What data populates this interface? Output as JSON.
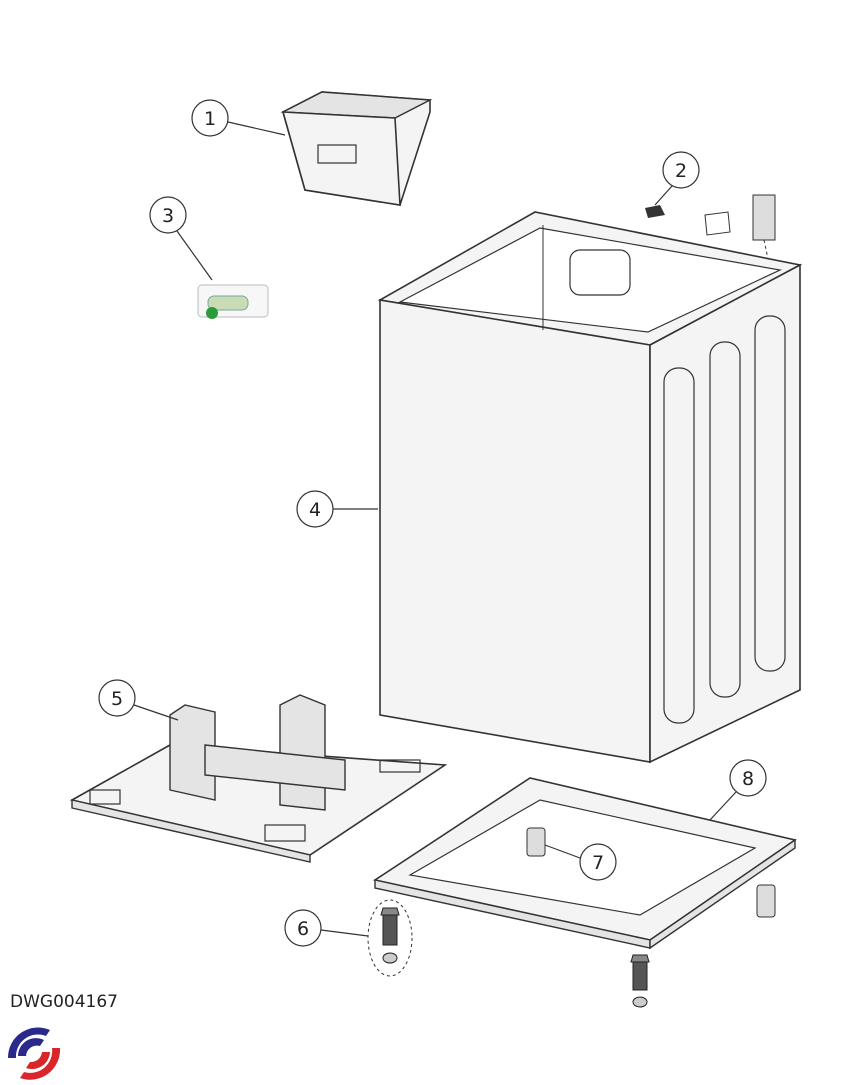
{
  "drawing_id": "DWG004167",
  "callouts": [
    {
      "label": "1",
      "part": "detergent-dispenser"
    },
    {
      "label": "2",
      "part": "clip"
    },
    {
      "label": "3",
      "part": "parts-bag"
    },
    {
      "label": "4",
      "part": "cabinet"
    },
    {
      "label": "5",
      "part": "shipping-base"
    },
    {
      "label": "6",
      "part": "leveling-leg"
    },
    {
      "label": "7",
      "part": "foot-pad"
    },
    {
      "label": "8",
      "part": "base-frame"
    }
  ],
  "logo": {
    "colors": {
      "blue": "#2a2a8c",
      "red": "#d8262b"
    }
  }
}
